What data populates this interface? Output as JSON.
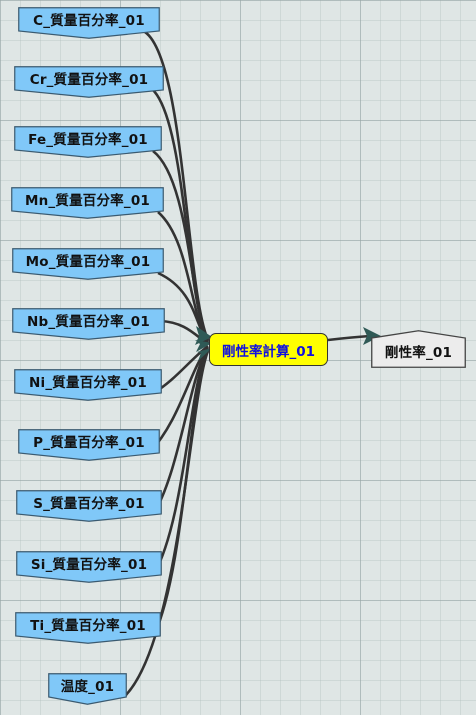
{
  "inputs": [
    {
      "id": "c",
      "label": "C_質量百分率_01"
    },
    {
      "id": "cr",
      "label": "Cr_質量百分率_01"
    },
    {
      "id": "fe",
      "label": "Fe_質量百分率_01"
    },
    {
      "id": "mn",
      "label": "Mn_質量百分率_01"
    },
    {
      "id": "mo",
      "label": "Mo_質量百分率_01"
    },
    {
      "id": "nb",
      "label": "Nb_質量百分率_01"
    },
    {
      "id": "ni",
      "label": "Ni_質量百分率_01"
    },
    {
      "id": "p",
      "label": "P_質量百分率_01"
    },
    {
      "id": "s",
      "label": "S_質量百分率_01"
    },
    {
      "id": "si",
      "label": "Si_質量百分率_01"
    },
    {
      "id": "ti",
      "label": "Ti_質量百分率_01"
    },
    {
      "id": "temp",
      "label": "温度_01"
    }
  ],
  "process": {
    "label": "剛性率計算_01"
  },
  "output": {
    "label": "剛性率_01"
  },
  "colors": {
    "input_fill": "#80c8f8",
    "process_fill": "#ffff00",
    "process_text": "#1010e0",
    "output_fill": "#ececec",
    "edge": "#333333",
    "arrow": "#2f5a56"
  }
}
